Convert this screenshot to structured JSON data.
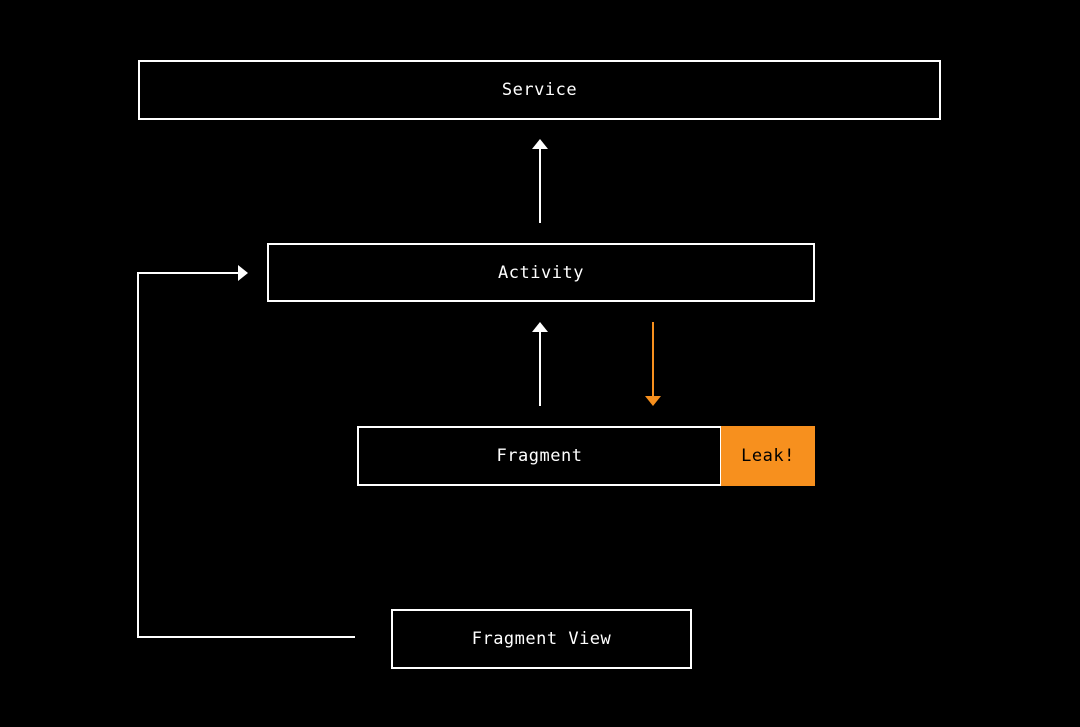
{
  "nodes": {
    "service": "Service",
    "activity": "Activity",
    "fragment": "Fragment",
    "fragment_view": "Fragment View"
  },
  "leak_badge": "Leak!",
  "colors": {
    "background": "#000000",
    "stroke": "#ffffff",
    "leak": "#f7901e"
  }
}
